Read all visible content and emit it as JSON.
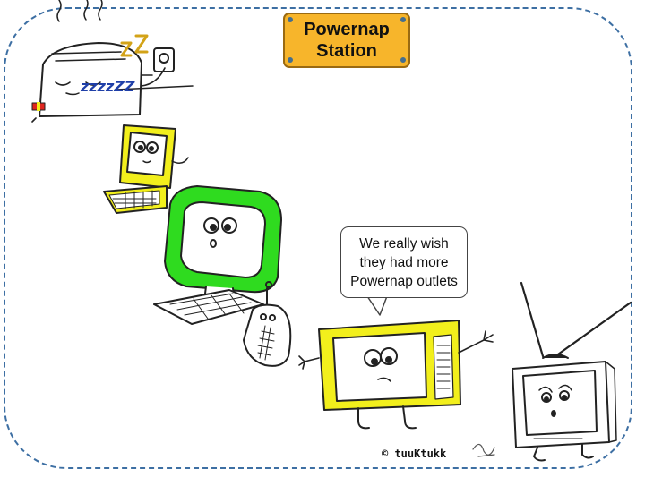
{
  "sign": {
    "line1": "Powernap",
    "line2": "Station",
    "color": "#f7b52b"
  },
  "speech_bubble": {
    "line1": "We really wish",
    "line2": "they had more",
    "line3": "Powernap outlets"
  },
  "snore_text": "zzzzZZ",
  "credit": "© tuuKtukk",
  "colors": {
    "border": "#3d6fa3",
    "monitor_green": "#2fdb1f",
    "appliance_yellow": "#f2ef1c"
  }
}
